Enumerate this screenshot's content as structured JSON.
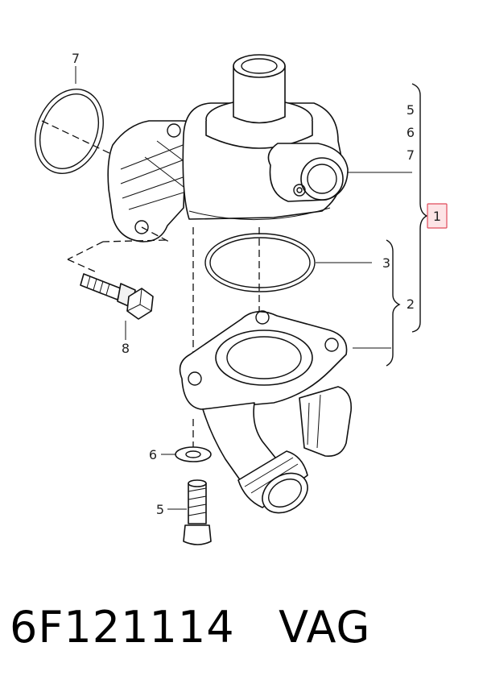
{
  "callouts": {
    "c7_top": "7",
    "c8": "8",
    "c6": "6",
    "c5": "5",
    "c3": "3",
    "c2": "2",
    "c1": "1",
    "list5": "5",
    "list6": "6",
    "list7": "7"
  },
  "caption": {
    "part_number": "6F121114",
    "brand": "VAG"
  },
  "colors": {
    "callout_highlight_fill": "#fde4e6",
    "callout_highlight_stroke": "#e04a5a"
  }
}
